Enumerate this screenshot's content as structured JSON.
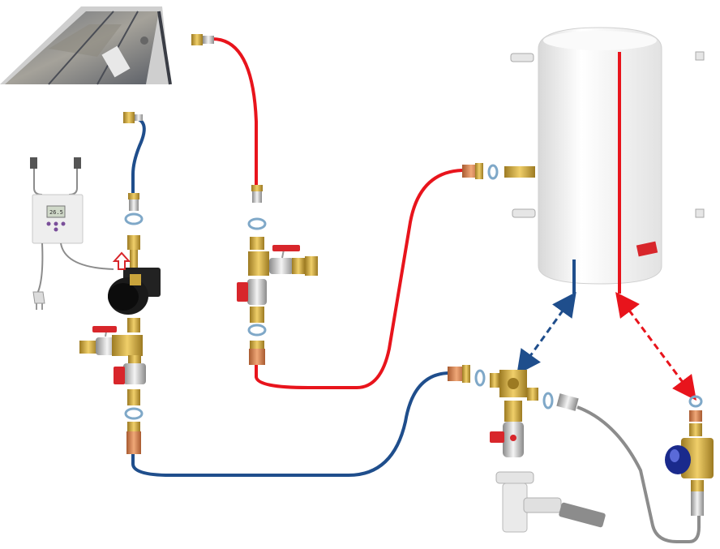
{
  "diagram": {
    "type": "solar water heater installation schematic",
    "colors": {
      "hot_pipe": "#e8141c",
      "cold_pipe": "#1f4e8c",
      "drain_pipe": "#8c8c8c",
      "brass": "#c9a43c",
      "copper": "#d98a5a",
      "valve_handle": "#d8262b",
      "seal_ring": "#7fa8c8",
      "tank": "#f2f2f2"
    },
    "components": {
      "solar_panel": {
        "icon": "solar-collector-icon"
      },
      "controller": {
        "icon": "thermostat-controller-icon",
        "display": "26.5"
      },
      "pump": {
        "icon": "circulator-pump-icon",
        "flow_arrow": "up-arrow-icon"
      },
      "storage_tank": {
        "icon": "water-tank-icon",
        "badge_color": "#d8262b"
      },
      "mixing_valve": {
        "icon": "thermostatic-mixing-valve-icon",
        "knob_color": "#1a2a8c"
      },
      "safety_group": {
        "icon": "safety-valve-group-icon"
      },
      "siphon": {
        "icon": "drain-siphon-icon"
      }
    },
    "connections": {
      "cold_tank_link": {
        "style": "dashed",
        "arrows": "both"
      },
      "hot_tank_link": {
        "style": "dashed",
        "arrows": "both"
      }
    }
  }
}
